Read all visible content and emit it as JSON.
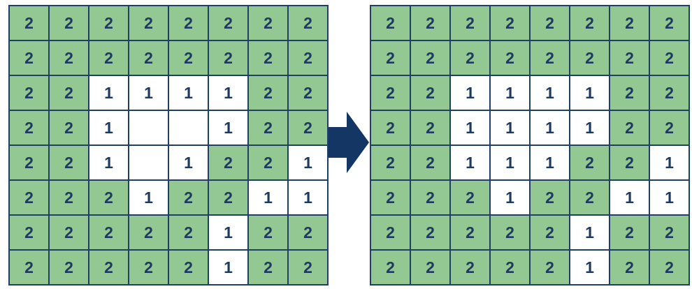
{
  "colors": {
    "two": "#93c893",
    "blank": "#ffffff",
    "one": "#ffffff",
    "grid": "#1f3f66",
    "arrow": "#133665",
    "text": "#1f3a60"
  },
  "input_grid": [
    [
      "2",
      "2",
      "2",
      "2",
      "2",
      "2",
      "2",
      "2"
    ],
    [
      "2",
      "2",
      "2",
      "2",
      "2",
      "2",
      "2",
      "2"
    ],
    [
      "2",
      "2",
      "1",
      "1",
      "1",
      "1",
      "2",
      "2"
    ],
    [
      "2",
      "2",
      "1",
      "",
      "",
      "1",
      "2",
      "2"
    ],
    [
      "2",
      "2",
      "1",
      "",
      "1",
      "2",
      "2",
      "1"
    ],
    [
      "2",
      "2",
      "2",
      "1",
      "2",
      "2",
      "1",
      "1"
    ],
    [
      "2",
      "2",
      "2",
      "2",
      "2",
      "1",
      "2",
      "2"
    ],
    [
      "2",
      "2",
      "2",
      "2",
      "2",
      "1",
      "2",
      "2"
    ]
  ],
  "output_grid": [
    [
      "2",
      "2",
      "2",
      "2",
      "2",
      "2",
      "2",
      "2"
    ],
    [
      "2",
      "2",
      "2",
      "2",
      "2",
      "2",
      "2",
      "2"
    ],
    [
      "2",
      "2",
      "1",
      "1",
      "1",
      "1",
      "2",
      "2"
    ],
    [
      "2",
      "2",
      "1",
      "1",
      "1",
      "1",
      "2",
      "2"
    ],
    [
      "2",
      "2",
      "1",
      "1",
      "1",
      "2",
      "2",
      "1"
    ],
    [
      "2",
      "2",
      "2",
      "1",
      "2",
      "2",
      "1",
      "1"
    ],
    [
      "2",
      "2",
      "2",
      "2",
      "2",
      "1",
      "2",
      "2"
    ],
    [
      "2",
      "2",
      "2",
      "2",
      "2",
      "1",
      "2",
      "2"
    ]
  ],
  "arrow_icon": "right-arrow-icon"
}
